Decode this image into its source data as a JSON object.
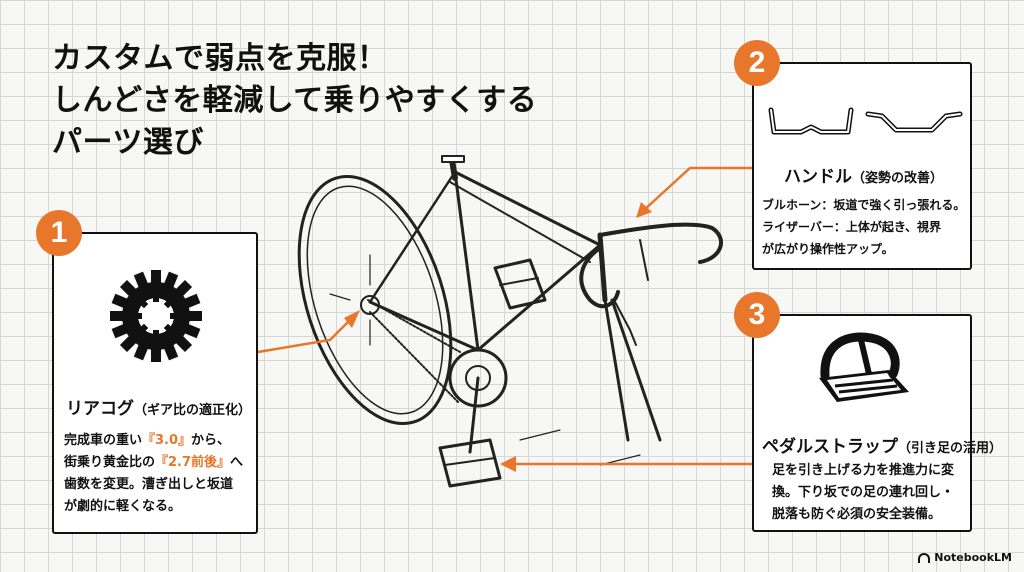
{
  "title": {
    "line1": "カスタムで弱点を克服！",
    "line2": "しんどさを軽減して乗りやすくする",
    "line3": "パーツ選び"
  },
  "cards": [
    {
      "number": "1",
      "title": "リアコグ",
      "title_sub": "（ギア比の適正化）",
      "body": {
        "l1_a": "完成車の重い",
        "l1_hl": "『3.0』",
        "l1_b": "から、",
        "l2_a": "街乗り黄金比の",
        "l2_hl": "『2.7前後』",
        "l2_b": "へ",
        "l3": "歯数を変更。漕ぎ出しと坂道",
        "l4": "が劇的に軽くなる。"
      }
    },
    {
      "number": "2",
      "title": "ハンドル",
      "title_sub": "（姿勢の改善）",
      "body": {
        "l1": "ブルホーン：坂道で強く引っ張れる。",
        "l2": "ライザーバー：上体が起き、視界",
        "l3": "が広がり操作性アップ。"
      }
    },
    {
      "number": "3",
      "title": "ペダルストラップ",
      "title_sub": "（引き足の活用）",
      "body": {
        "l1": "足を引き上げる力を推進力に変",
        "l2": "換。下り坂での足の連れ回し・",
        "l3": "脱落も防ぐ必須の安全装備。"
      }
    }
  ],
  "brand": "NotebookLM",
  "colors": {
    "accent": "#e8762b",
    "ink": "#111111",
    "grid": "#d6d6d3"
  },
  "icons": [
    "sprocket-icon",
    "bullhorn-bar-icon",
    "riser-bar-icon",
    "strap-pedal-icon"
  ]
}
